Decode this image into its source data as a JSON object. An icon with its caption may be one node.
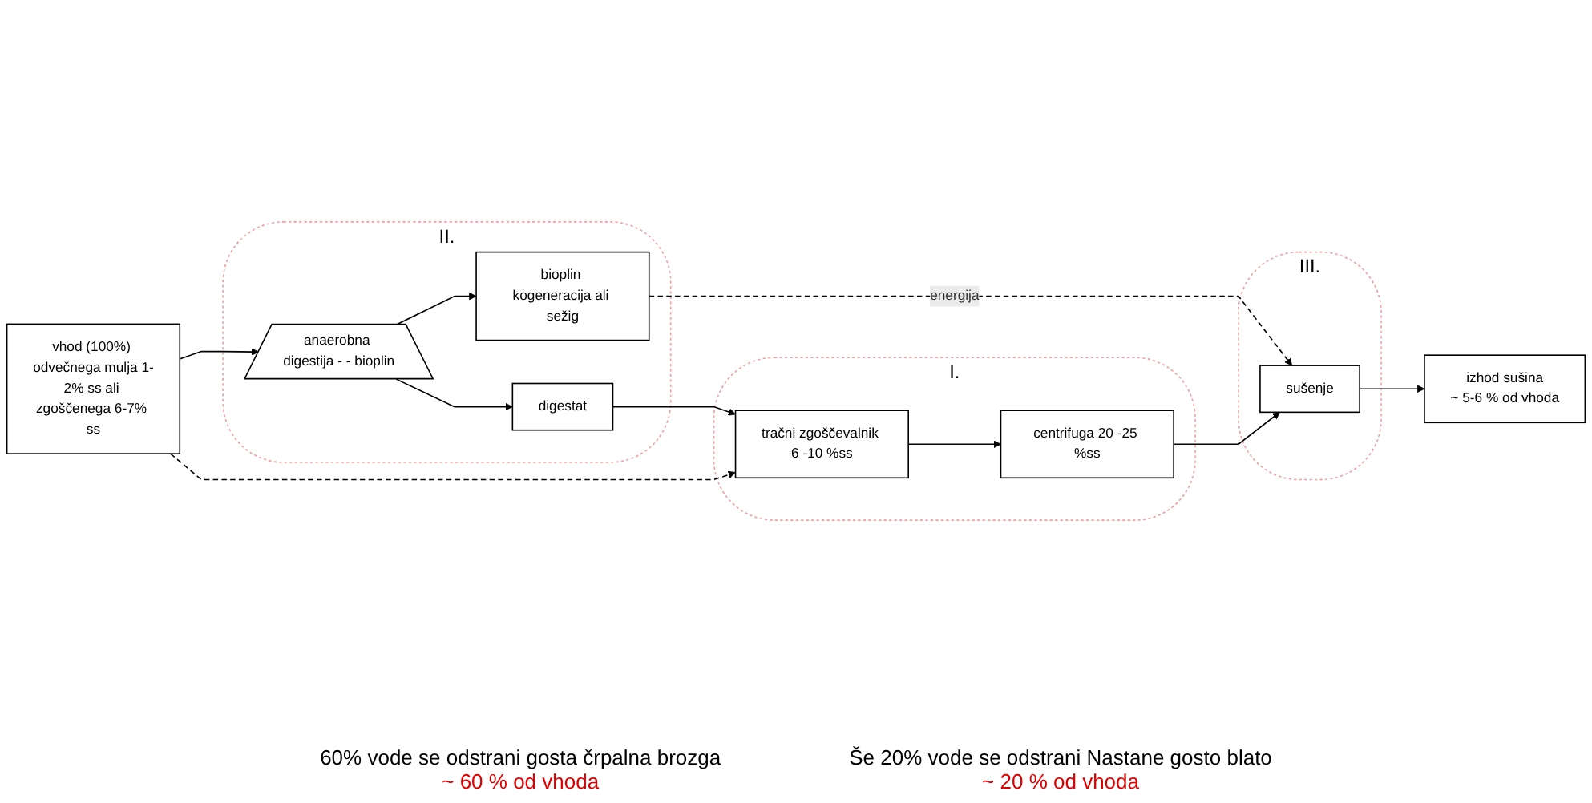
{
  "diagram": {
    "nodes": [
      {
        "text": [
          "vhod (100%) odvečnega mulja 1-2% ss ali zgoščenega 6-7% ss"
        ]
      },
      {
        "text": [
          "II."
        ]
      },
      {
        "text": [
          "anaerobna digestija - - bioplin"
        ],
        "in": 1
      },
      {
        "text": [
          "bioplin kogeneracija ali sežig"
        ],
        "in": 1
      },
      {
        "text": [
          "digestat"
        ],
        "in": 1
      },
      {
        "text": [
          "III."
        ]
      },
      {
        "text": [
          "sušenje"
        ],
        "in": 5
      },
      {
        "text": [
          "izhod sušina",
          "~ 5-6 % od vhoda"
        ]
      },
      {
        "text": [
          "I."
        ]
      },
      {
        "text": [
          "tračni zgoščevalnik 6 -10 %ss"
        ],
        "in": 8
      },
      {
        "text": [
          "centrifuga 20 -25 %ss"
        ],
        "in": 8
      }
    ],
    "edges": [
      {
        "from": 0,
        "to": 2,
        "arrow": "to"
      },
      {
        "from": 2,
        "to": 3,
        "arrow": "to"
      },
      {
        "from": 2,
        "to": 4,
        "arrow": "to"
      },
      {
        "from": 3,
        "to": 6,
        "arrow": "to",
        "label": "energija",
        "style": "dashed"
      },
      {
        "from": 4,
        "to": 9,
        "arrow": "to"
      },
      {
        "from": 9,
        "to": 10,
        "arrow": "to"
      },
      {
        "from": 10,
        "to": 6,
        "arrow": "to"
      },
      {
        "from": 6,
        "to": 7,
        "arrow": "to"
      },
      {
        "from": 0,
        "to": 9,
        "arrow": "to",
        "style": "dashed"
      }
    ],
    "labels": [
      "60% vode se odstrani gosta črpalna brozga",
      "~ 60 % od vhoda",
      "Še 20% vode se odstrani Nastane gosto blato",
      "~ 20 % od vhoda"
    ]
  }
}
